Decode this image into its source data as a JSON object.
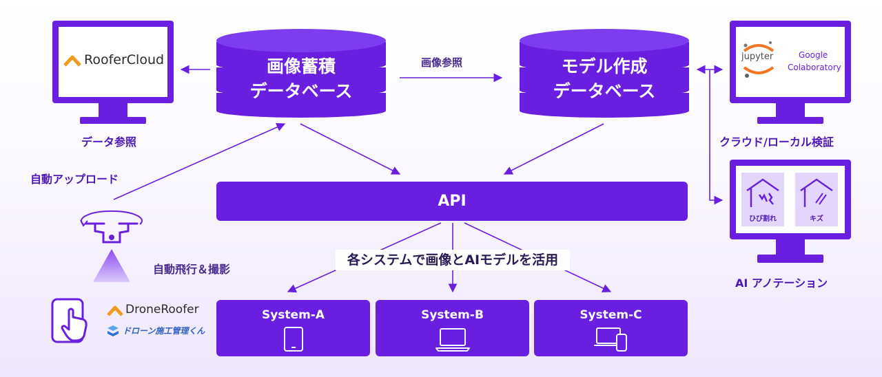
{
  "databases": {
    "image_db": {
      "line1": "画像蓄積",
      "line2": "データベース"
    },
    "model_db": {
      "line1": "モデル作成",
      "line2": "データベース"
    }
  },
  "labels": {
    "image_reference": "画像参照",
    "data_reference": "データ参照",
    "auto_upload": "自動アップロード",
    "auto_flight": "自動飛行＆撮影",
    "cloud_local": "クラウド/ローカル検証",
    "ai_annotation": "AI アノテーション",
    "use_ai": "各システムで画像とAIモデルを活用"
  },
  "api": {
    "label": "API"
  },
  "systems": [
    {
      "name": "System-A",
      "icon": "tablet-icon"
    },
    {
      "name": "System-B",
      "icon": "laptop-icon"
    },
    {
      "name": "System-C",
      "icon": "laptop-phone-icon"
    }
  ],
  "products": {
    "roofer_cloud": "RooferCloud",
    "drone_roofer": "DroneRoofer",
    "drone_mgmt": "ドローン施工管理くん",
    "jupyter": "jupyter",
    "colab_line1": "Google",
    "colab_line2": "Colaboratory"
  },
  "annotation": {
    "crack": "ひび割れ",
    "scratch": "キズ"
  },
  "colors": {
    "primary": "#6a1ee0",
    "accent_orange": "#f29a1e",
    "tile": "#e3d5fb"
  }
}
